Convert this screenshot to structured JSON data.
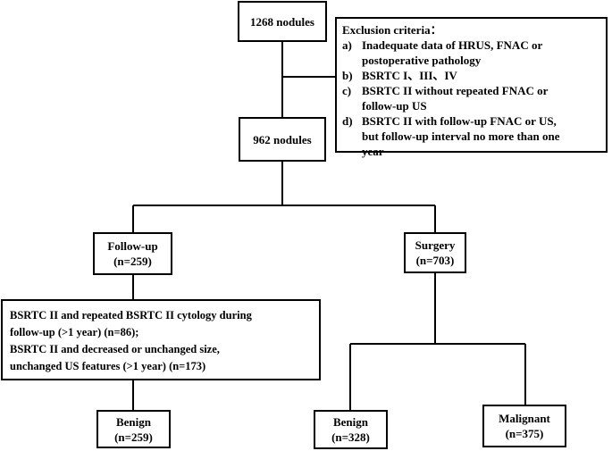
{
  "nodes": {
    "total": {
      "lines": [
        "1268 nodules"
      ]
    },
    "included": {
      "lines": [
        "962 nodules"
      ]
    },
    "followup": {
      "lines": [
        "Follow-up",
        "(n=259)"
      ]
    },
    "surgery": {
      "lines": [
        "Surgery",
        "(n=703)"
      ]
    },
    "followup_criteria": {
      "lines": [
        "BSRTC II and repeated BSRTC II cytology during",
        "follow-up (>1 year) (n=86);",
        "BSRTC II and decreased or unchanged  size,",
        "unchanged US features (>1 year) (n=173)"
      ]
    },
    "benign_followup": {
      "lines": [
        "Benign",
        "(n=259)"
      ]
    },
    "benign_surgery": {
      "lines": [
        "Benign",
        "(n=328)"
      ]
    },
    "malignant": {
      "lines": [
        "Malignant",
        "(n=375)"
      ]
    }
  },
  "exclusion": {
    "title": "Exclusion criteria：",
    "items": [
      {
        "letter": "a)",
        "lines": [
          "Inadequate data of HRUS, FNAC or",
          "postoperative pathology"
        ]
      },
      {
        "letter": "b)",
        "lines": [
          "BSRTC I、III、IV"
        ]
      },
      {
        "letter": "c)",
        "lines": [
          "BSRTC II without repeated FNAC or",
          "follow-up US"
        ]
      },
      {
        "letter": "d)",
        "lines": [
          "BSRTC II with follow-up FNAC or US,",
          "but follow-up interval no more than one",
          "year"
        ]
      }
    ]
  }
}
